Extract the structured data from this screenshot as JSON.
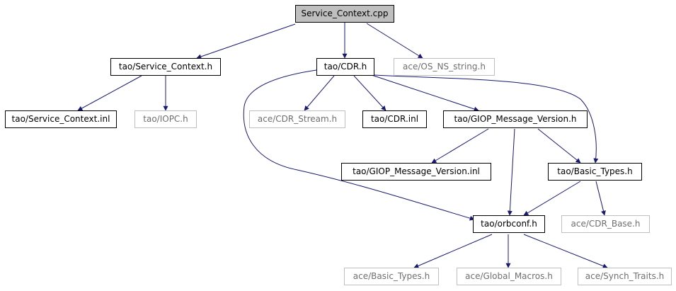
{
  "colors": {
    "edge": "#191970",
    "root_fill": "#bfbfbf",
    "ext_border": "#bfbfbf"
  },
  "nodes": {
    "service_context_cpp": "Service_Context.cpp",
    "service_context_h": "tao/Service_Context.h",
    "cdr_h": "tao/CDR.h",
    "os_ns_string_h": "ace/OS_NS_string.h",
    "service_context_inl": "tao/Service_Context.inl",
    "iopc_h": "tao/IOPC.h",
    "cdr_stream_h": "ace/CDR_Stream.h",
    "cdr_inl": "tao/CDR.inl",
    "giop_message_version_h": "tao/GIOP_Message_Version.h",
    "giop_message_version_inl": "tao/GIOP_Message_Version.inl",
    "basic_types_h": "tao/Basic_Types.h",
    "orbconf_h": "tao/orbconf.h",
    "cdr_base_h": "ace/CDR_Base.h",
    "ace_basic_types_h": "ace/Basic_Types.h",
    "global_macros_h": "ace/Global_Macros.h",
    "synch_traits_h": "ace/Synch_Traits.h"
  }
}
